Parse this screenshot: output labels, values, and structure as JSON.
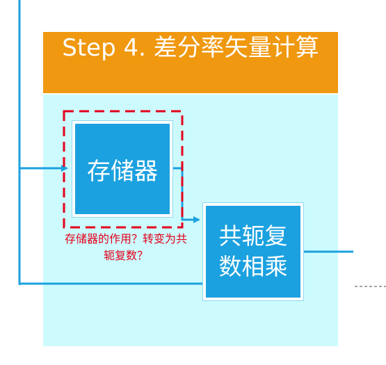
{
  "step_header": {
    "title": "Step 4. 差分率矢量计算"
  },
  "blocks": {
    "memory_label": "存储器",
    "conjugate_label": "共轭复数相乘"
  },
  "annotation": {
    "text": "存储器的作用？转变为共轭复数？"
  },
  "colors": {
    "header_orange": "#f0980f",
    "panel_cyan": "#cdfbfd",
    "block_blue": "#1ba1df",
    "wire_blue": "#1ba1df",
    "annotation_red": "#e3001b"
  }
}
